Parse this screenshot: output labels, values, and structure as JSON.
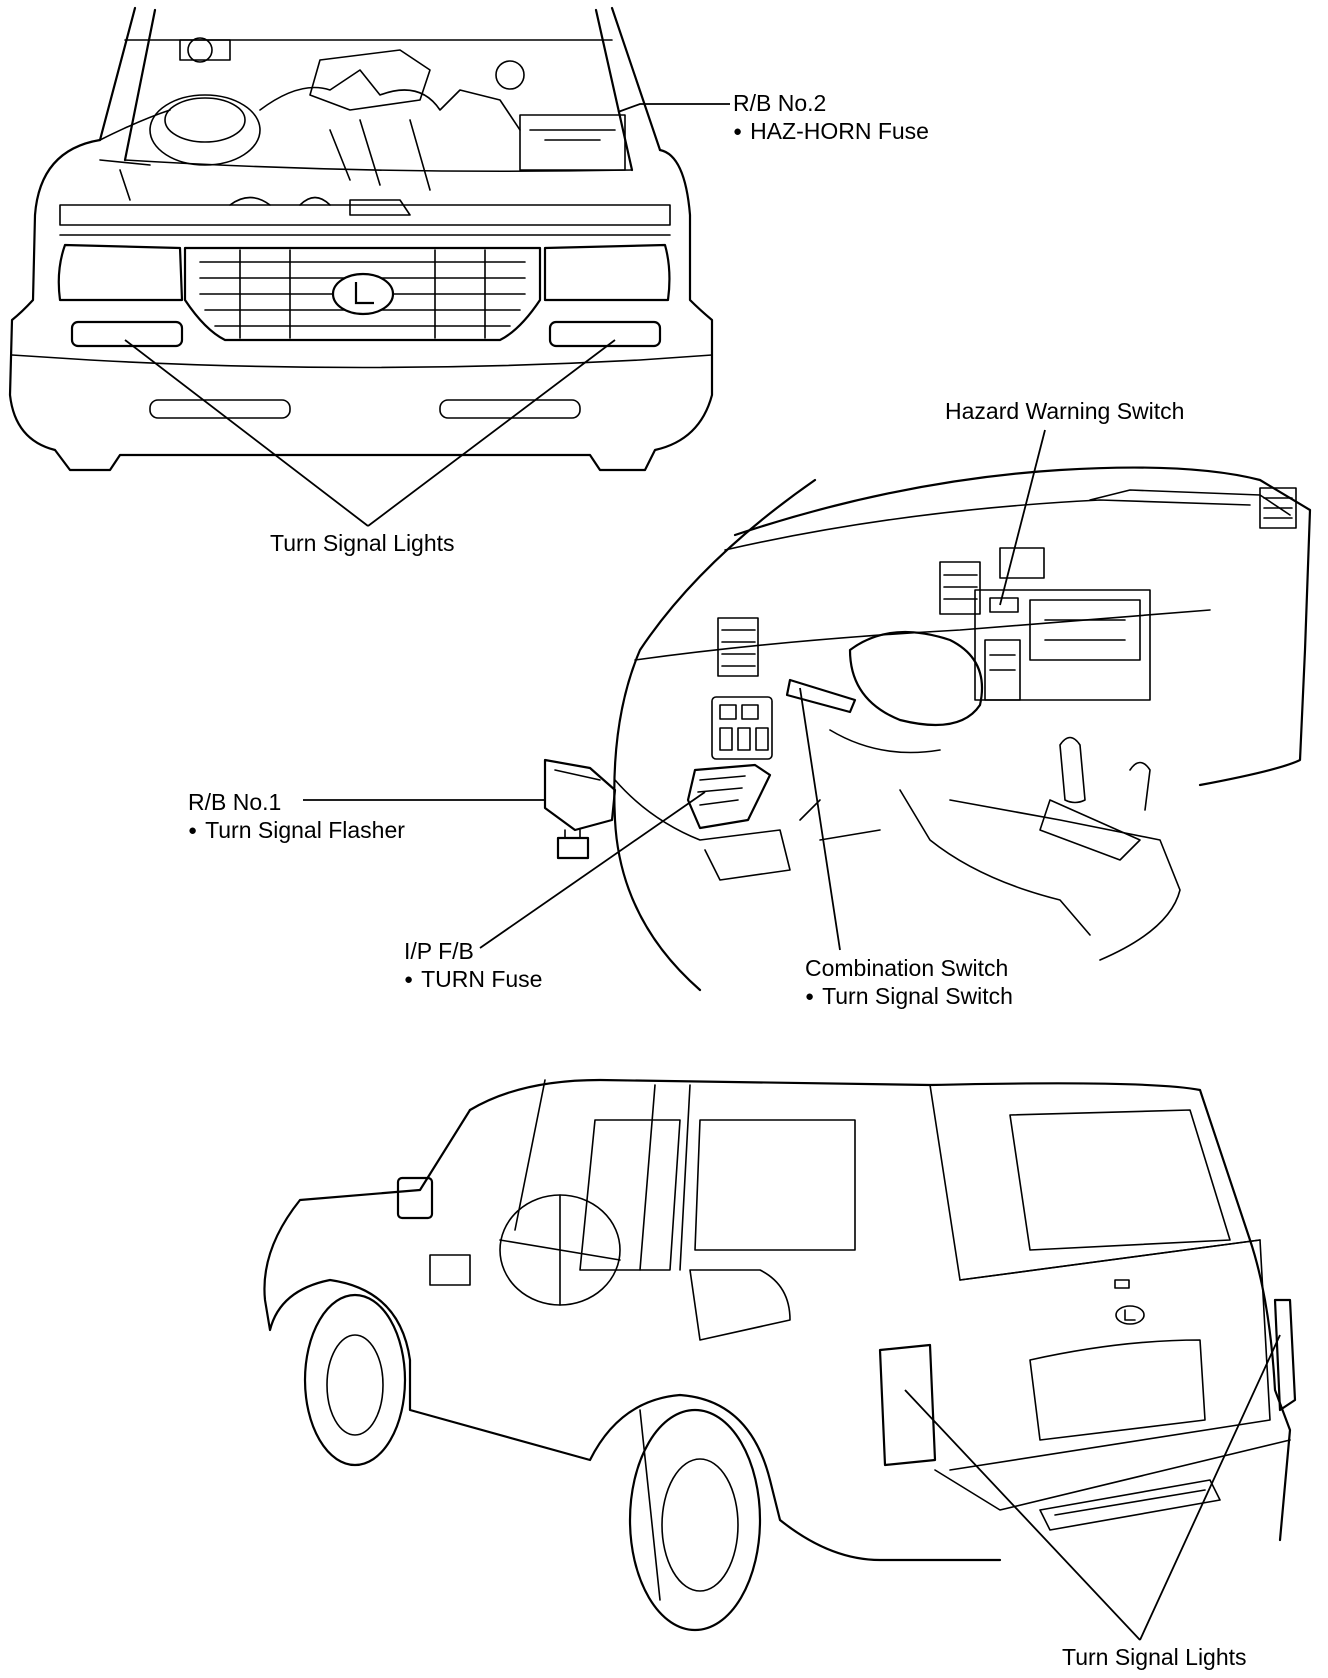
{
  "labels": {
    "rb2_title": "R/B No.2",
    "rb2_item": "HAZ-HORN Fuse",
    "turn_lights_front": "Turn Signal Lights",
    "hazard_switch": "Hazard Warning Switch",
    "rb1_title": "R/B No.1",
    "rb1_item": "Turn Signal Flasher",
    "ipfb_title": "I/P F/B",
    "ipfb_item": "TURN Fuse",
    "combo_title": "Combination Switch",
    "combo_item": "Turn Signal Switch",
    "turn_lights_rear": "Turn Signal Lights"
  },
  "icons": {
    "bullet": "bullet-dot-icon",
    "emblem": "lexus-emblem-icon"
  }
}
